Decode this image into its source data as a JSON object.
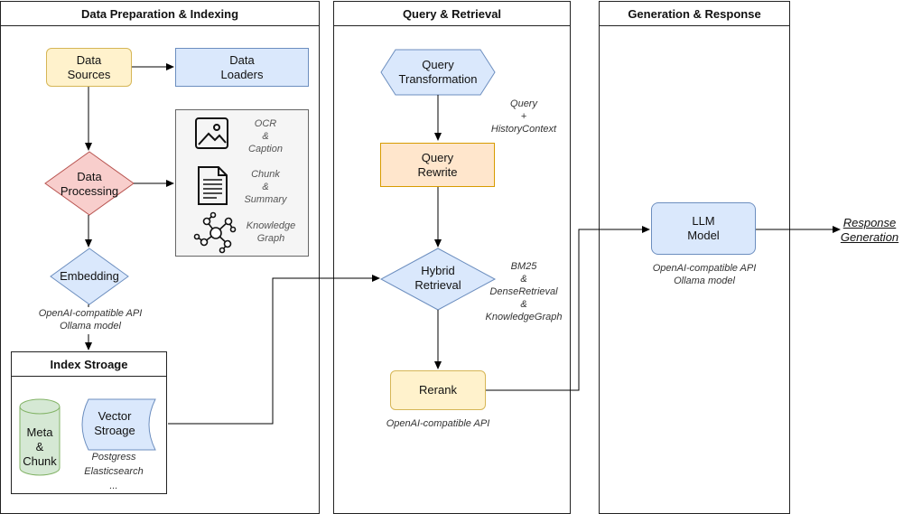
{
  "panels": {
    "prep": "Data Preparation & Indexing",
    "query": "Query & Retrieval",
    "gen": "Generation & Response"
  },
  "prep": {
    "data_sources": "Data\nSources",
    "data_loaders": "Data\nLoaders",
    "data_processing": "Data\nProcessing",
    "embedding": "Embedding",
    "embedding_note": "OpenAI-compatible API\nOllama model",
    "ocr": "OCR\n&\nCaption",
    "chunk": "Chunk\n&\nSummary",
    "kg": "Knowledge\nGraph",
    "index_title": "Index Stroage",
    "meta": "Meta\n&\nChunk",
    "vector": "Vector\nStroage",
    "vector_note": "Postgress\nElasticsearch\n..."
  },
  "query": {
    "transformation": "Query\nTransformation",
    "context_note": "Query\n+\nHistoryContext",
    "rewrite": "Query\nRewrite",
    "hybrid": "Hybrid\nRetrieval",
    "hybrid_note": "BM25\n&\nDenseRetrieval\n&\nKnowledgeGraph",
    "rerank": "Rerank",
    "rerank_note": "OpenAI-compatible API"
  },
  "gen": {
    "llm": "LLM\nModel",
    "llm_note": "OpenAI-compatible API\nOllama model",
    "response": "Response\nGeneration"
  },
  "colors": {
    "yellow_fill": "#fff2cc",
    "yellow_stroke": "#d6b656",
    "blue_fill": "#dae8fc",
    "blue_stroke": "#6c8ebf",
    "red_fill": "#f8cecc",
    "red_stroke": "#b85450",
    "orange_fill": "#ffe6cc",
    "orange_stroke": "#d79b00",
    "green_fill": "#d5e8d4",
    "green_stroke": "#82b366",
    "grey_fill": "#f5f5f5",
    "grey_stroke": "#666666"
  }
}
